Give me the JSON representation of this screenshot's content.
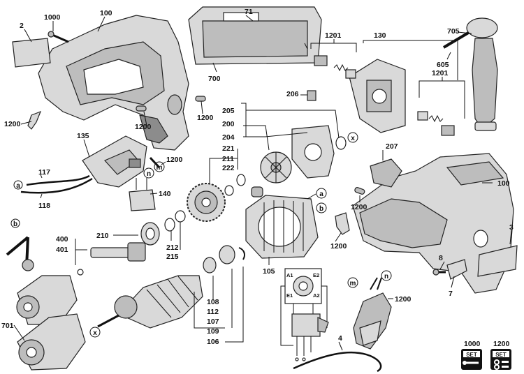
{
  "labels": {
    "l2": "2",
    "l1000": "1000",
    "l100a": "100",
    "l71": "71",
    "l700": "700",
    "l1201a": "1201",
    "l130": "130",
    "l1201b": "1201",
    "l705": "705",
    "l605": "605",
    "l206": "206",
    "l205": "205",
    "l200": "200",
    "l204": "204",
    "l1200a": "1200",
    "l1200b": "1200",
    "l1200c": "1200",
    "l135": "135",
    "l1200d": "1200",
    "l221": "221",
    "l211": "211",
    "l222": "222",
    "l207": "207",
    "l100b": "100",
    "l117": "117",
    "l118": "118",
    "l140": "140",
    "l1200e": "1200",
    "l3": "3",
    "l1200f": "1200",
    "l210": "210",
    "l400": "400",
    "l401": "401",
    "l212": "212",
    "l215": "215",
    "l105": "105",
    "l8": "8",
    "l7": "7",
    "l108": "108",
    "l112": "112",
    "l107": "107",
    "l109": "109",
    "l106": "106",
    "l701": "701",
    "l1200g": "1200",
    "l4": "4",
    "set1000": "1000",
    "set1200": "1200"
  },
  "connectors": {
    "a1": "a",
    "b1": "b",
    "a2": "a",
    "b2": "b",
    "x1": "x",
    "x2": "x",
    "m1": "m",
    "n1": "n",
    "m2": "m",
    "n2": "n"
  },
  "wiring": {
    "A1": "A1",
    "E2": "E2",
    "E1": "E1",
    "A2": "A2"
  },
  "set_badges": {
    "word": "SET"
  }
}
